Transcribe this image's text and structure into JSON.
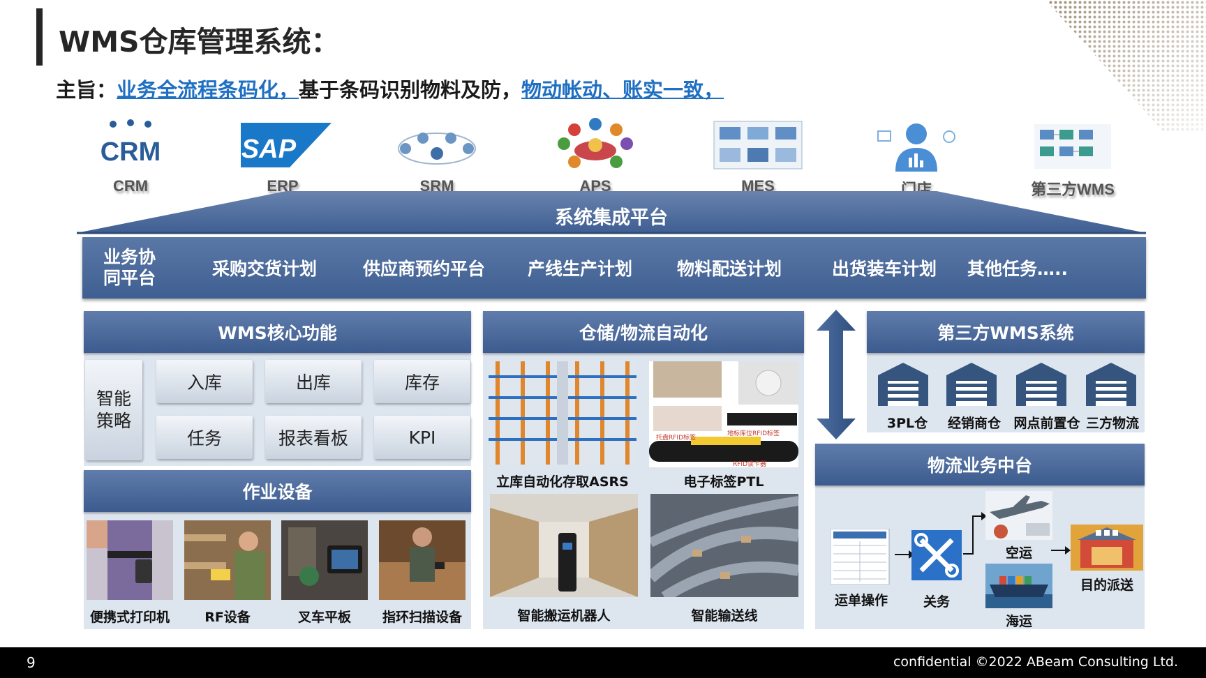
{
  "header": {
    "title": "WMS仓库管理系统：",
    "subtitle_prefix": "主旨：",
    "subtitle_hl1": "业务全流程条码化，",
    "subtitle_mid": "基于条码识别物料及防，",
    "subtitle_hl2": "物动帐动、账实一致，"
  },
  "systems": [
    {
      "label": "CRM",
      "icon": "crm-logo"
    },
    {
      "label": "ERP",
      "icon": "sap-logo"
    },
    {
      "label": "SRM",
      "icon": "srm-network-icon"
    },
    {
      "label": "APS",
      "icon": "aps-hub-icon"
    },
    {
      "label": "MES",
      "icon": "mes-diagram-icon"
    },
    {
      "label": "门店",
      "icon": "store-user-icon"
    },
    {
      "label": "第三方WMS",
      "icon": "third-party-wms-icon"
    }
  ],
  "platform": {
    "title": "系统集成平台",
    "collab_label": "业务协同平台",
    "items": [
      "采购交货计划",
      "供应商预约平台",
      "产线生产计划",
      "物料配送计划",
      "出货装车计划",
      "其他任务….."
    ]
  },
  "wms_core": {
    "title": "WMS核心功能",
    "strategy": "智能策略",
    "tiles": [
      "入库",
      "出库",
      "库存",
      "任务",
      "报表看板",
      "KPI"
    ]
  },
  "equipment": {
    "title": "作业设备",
    "items": [
      "便携式打印机",
      "RF设备",
      "叉车平板",
      "指环扫描设备"
    ]
  },
  "automation": {
    "title": "仓储/物流自动化",
    "items": [
      "立库自动化存取ASRS",
      "电子标签PTL",
      "智能搬运机器人",
      "智能输送线"
    ],
    "rfid_labels": [
      "托盘RFID标签",
      "地标库位RFID标签",
      "RFID读卡器"
    ]
  },
  "third_party": {
    "title": "第三方WMS系统",
    "warehouses": [
      "3PL仓",
      "经销商仓",
      "网点前置仓",
      "三方物流"
    ]
  },
  "logistics": {
    "title": "物流业务中台",
    "steps": [
      "运单操作",
      "关务",
      "空运",
      "海运",
      "目的派送"
    ]
  },
  "footer": {
    "page": "9",
    "text": "confidential   ©2022 ABeam Consulting Ltd."
  },
  "colors": {
    "header_blue": "#3c5b8e",
    "panel_bg": "#dde5ef",
    "highlight": "#1f6fc2",
    "footer": "#000000"
  }
}
